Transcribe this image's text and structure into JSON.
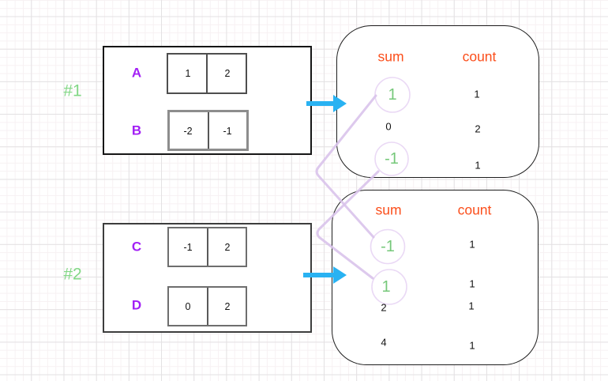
{
  "groups": [
    {
      "label": "#1",
      "rows": [
        {
          "name": "A",
          "cells": [
            "1",
            "2"
          ]
        },
        {
          "name": "B",
          "cells": [
            "-2",
            "-1"
          ]
        }
      ]
    },
    {
      "label": "#2",
      "rows": [
        {
          "name": "C",
          "cells": [
            "-1",
            "2"
          ]
        },
        {
          "name": "D",
          "cells": [
            "0",
            "2"
          ]
        }
      ]
    }
  ],
  "results": [
    {
      "sum_header": "sum",
      "count_header": "count",
      "rows": [
        {
          "sum": "1",
          "count": "1",
          "circled": true
        },
        {
          "sum": "0",
          "count": "2",
          "circled": false
        },
        {
          "sum": "-1",
          "count": "1",
          "circled": true
        }
      ]
    },
    {
      "sum_header": "sum",
      "count_header": "count",
      "rows": [
        {
          "sum": "-1",
          "count": "1",
          "circled": true
        },
        {
          "sum": "1",
          "count": "1",
          "circled": true
        },
        {
          "sum": "2",
          "count": "1",
          "circled": false
        },
        {
          "sum": "4",
          "count": "1",
          "circled": false
        }
      ]
    }
  ],
  "connections": [
    {
      "from": "result-1 sum 1",
      "to": "result-2 sum -1"
    },
    {
      "from": "result-1 sum -1",
      "to": "result-2 sum 1"
    }
  ],
  "colors": {
    "group_label_green": "#82d785",
    "value_green": "#76c87a",
    "letter_purple": "#a21ff5",
    "header_orange": "#fb4e1b",
    "arrow_blue": "#29b2f2",
    "connector_lavender": "#d9c3eb",
    "circle_outline": "#ead9f5",
    "grid_minor": "#f7f1f3",
    "grid_major": "#e3e1e3"
  }
}
